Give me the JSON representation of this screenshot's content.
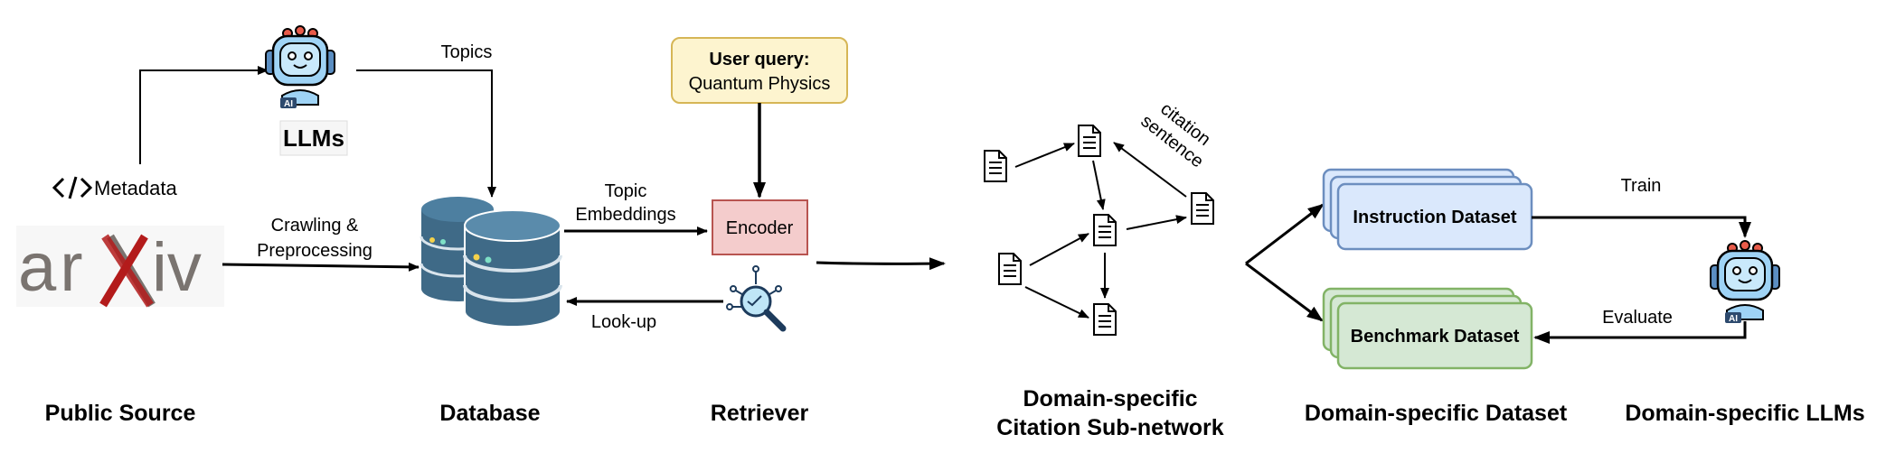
{
  "stages": {
    "public_source": "Public Source",
    "database": "Database",
    "retriever": "Retriever",
    "subnetwork_line1": "Domain-specific",
    "subnetwork_line2": "Citation Sub-network",
    "dataset": "Domain-specific Dataset",
    "llms": "Domain-specific LLMs"
  },
  "source": {
    "logo_text": "arXiv",
    "metadata": "Metadata",
    "metadata_icon": "code-icon"
  },
  "llm": {
    "label": "LLMs",
    "badge": "AI",
    "icon": "robot-icon"
  },
  "edges": {
    "topics": "Topics",
    "crawling_line1": "Crawling &",
    "crawling_line2": "Preprocessing",
    "topic_emb_line1": "Topic",
    "topic_emb_line2": "Embeddings",
    "lookup": "Look-up",
    "citation_line1": "citation",
    "citation_line2": "sentence",
    "train": "Train",
    "evaluate": "Evaluate"
  },
  "query": {
    "title": "User query:",
    "value": "Quantum Physics"
  },
  "encoder": {
    "label": "Encoder"
  },
  "datasets": {
    "instruction": "Instruction Dataset",
    "benchmark": "Benchmark Dataset"
  },
  "final_llm": {
    "badge": "AI",
    "icon": "robot-icon"
  },
  "colors": {
    "query_fill": "#fdf4cf",
    "query_stroke": "#d6b656",
    "encoder_fill": "#f4cccc",
    "encoder_stroke": "#b85450",
    "instruction_fill": "#dae8fc",
    "instruction_stroke": "#6c8ebf",
    "benchmark_fill": "#d5e8d4",
    "benchmark_stroke": "#82b366",
    "database": "#3f6a87",
    "robot": "#9fd3f5"
  }
}
